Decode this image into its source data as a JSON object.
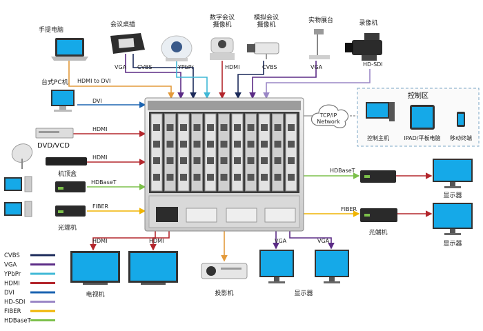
{
  "devices": {
    "laptop": "手提电脑",
    "conf_panel": "会议桌插",
    "digital_cam": "数字会议\n摄像机",
    "analog_cam": "模拟会议\n摄像机",
    "doc_cam": "实物展台",
    "camcorder": "录像机",
    "desktop_pc": "台式PC机",
    "dvd": "DVD/VCD",
    "settop": "机顶盒",
    "fiber_tx": "光端机",
    "fiber_rx": "光端机",
    "tv": "电视机",
    "projector": "投影机",
    "monitor_bottom": "显示器",
    "monitor_right1": "显示器",
    "monitor_right2": "显示器"
  },
  "signals": {
    "hdmi_to_dvi": "HDMI to DVI",
    "vga_panel": "VGA",
    "cvbs_panel": "CVBS",
    "ypbpr": "YPbPr",
    "hdmi_cam": "HDMI",
    "cvbs_cam": "CVBS",
    "vga_doc": "VGA",
    "hdsdi": "HD-SDI",
    "dvi": "DVI",
    "hdmi_dvd": "HDMI",
    "hdmi_settop": "HDMI",
    "hdbaset_in": "HDBaseT",
    "fiber_in": "FIBER",
    "hdbaset_out": "HDBaseT",
    "fiber_out": "FIBER",
    "hdmi_tv1": "HDMI",
    "hdmi_tv2": "HDMI",
    "vga_mon1": "VGA",
    "vga_mon2": "VGA"
  },
  "network": {
    "label": "TCP/IP\nNetwork"
  },
  "control": {
    "title": "控制区",
    "host": "控制主机",
    "ipad": "IPAD/平板电脑",
    "mobile": "移动终端"
  },
  "legend": [
    {
      "label": "CVBS",
      "color": "#1b2a5a"
    },
    {
      "label": "VGA",
      "color": "#5b2b86"
    },
    {
      "label": "YPbPr",
      "color": "#3fb8d6"
    },
    {
      "label": "HDMI",
      "color": "#b3262c"
    },
    {
      "label": "DVI",
      "color": "#1a63b0"
    },
    {
      "label": "HD-SDI",
      "color": "#9a86c6"
    },
    {
      "label": "FIBER",
      "color": "#f0b400"
    },
    {
      "label": "HDBaseT",
      "color": "#7cc04a"
    }
  ],
  "colors": {
    "cvbs": "#1b2a5a",
    "vga": "#5b2b86",
    "ypbpr": "#3fb8d6",
    "hdmi": "#b3262c",
    "dvi": "#1a63b0",
    "hdsdi": "#9a86c6",
    "fiber": "#f0b400",
    "hdbaset": "#7cc04a",
    "hdmi_to_dvi": "#e39a3a",
    "screen": "#15a9e8"
  }
}
